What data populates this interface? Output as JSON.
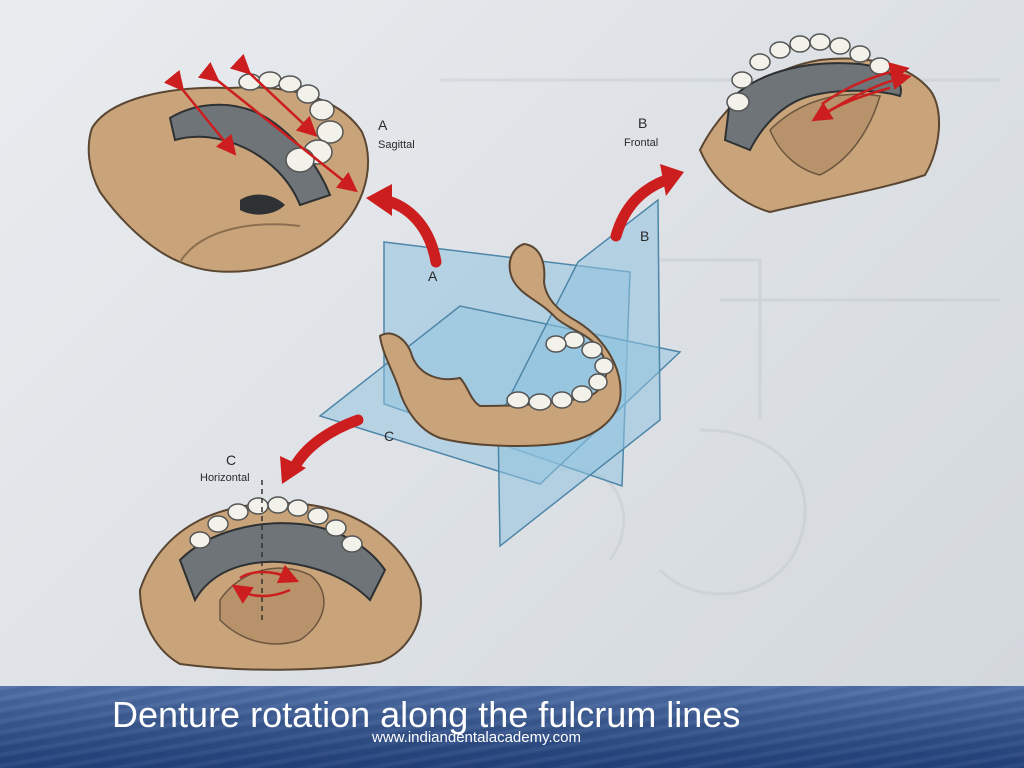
{
  "diagram": {
    "plane_letters": {
      "a": "A",
      "b": "B",
      "c": "C"
    },
    "views": {
      "a": {
        "letter": "A",
        "caption": "Sagittal"
      },
      "b": {
        "letter": "B",
        "caption": "Frontal"
      },
      "c": {
        "letter": "C",
        "caption": "Horizontal"
      }
    },
    "colors": {
      "cast": "#c9a47a",
      "teeth": "#f2f1ea",
      "framework": "#6e7478",
      "arrow": "#cc1e1e",
      "plane": "#8fc3e0"
    }
  },
  "footer": {
    "title": "Denture rotation along the fulcrum lines",
    "website": "www.indiandentalacademy.com"
  }
}
